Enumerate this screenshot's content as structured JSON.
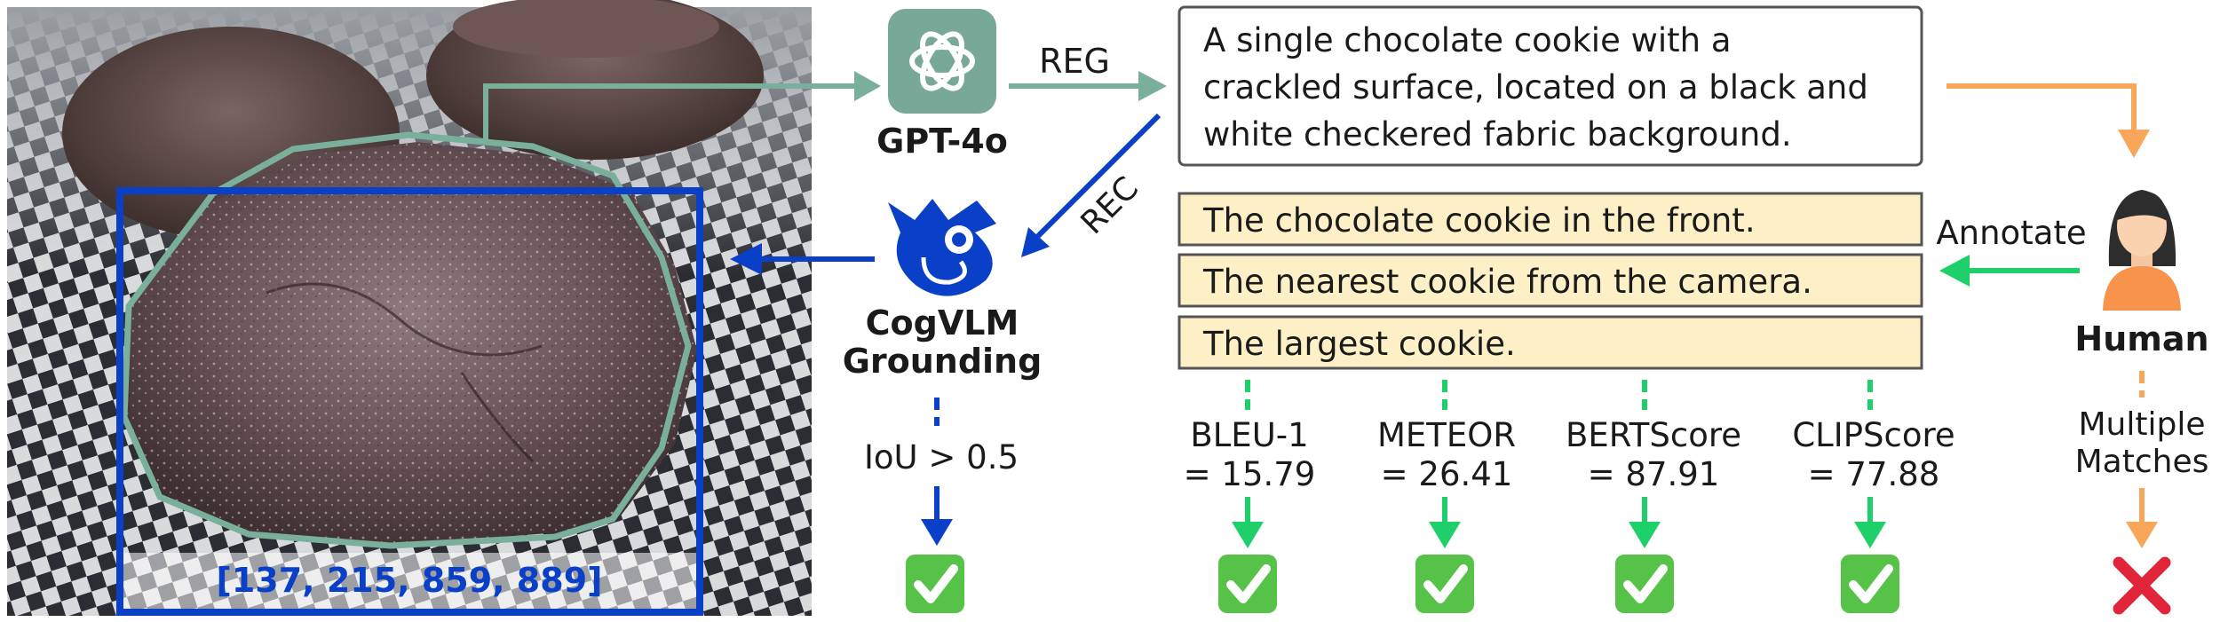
{
  "colors": {
    "teal": "#7aaf9c",
    "blue": "#0a3fc8",
    "orange": "#f7a65a",
    "green": "#1fd06a",
    "caption_fill": "#fdf0c6",
    "red": "#e0243a"
  },
  "photo": {
    "bbox_label": "[137, 215, 859, 889]"
  },
  "gpt": {
    "name": "GPT-4o",
    "icon": "openai-logo-icon",
    "reg_label": "REG",
    "rec_label": "REC"
  },
  "cogvlm": {
    "name_line1": "CogVLM",
    "name_line2": "Grounding",
    "icon": "chameleon-logo-icon",
    "iou_label": "IoU > 0.5"
  },
  "generated_caption": {
    "lines": [
      "A single chocolate cookie with a",
      "crackled surface, located on a black and",
      "white checkered fabric background."
    ]
  },
  "human_captions": [
    "The chocolate cookie in the front.",
    "The nearest cookie from the camera.",
    "The largest cookie."
  ],
  "human": {
    "name": "Human",
    "icon": "person-icon",
    "annotate_label": "Annotate",
    "multiple_line1": "Multiple",
    "multiple_line2": "Matches"
  },
  "metrics": [
    {
      "name": "BLEU-1",
      "value": "= 15.79"
    },
    {
      "name": "METEOR",
      "value": "= 26.41"
    },
    {
      "name": "BERTScore",
      "value": "= 87.91"
    },
    {
      "name": "CLIPScore",
      "value": "= 77.88"
    }
  ],
  "results": {
    "pass_icon": "check-mark-icon",
    "fail_icon": "cross-mark-icon"
  }
}
